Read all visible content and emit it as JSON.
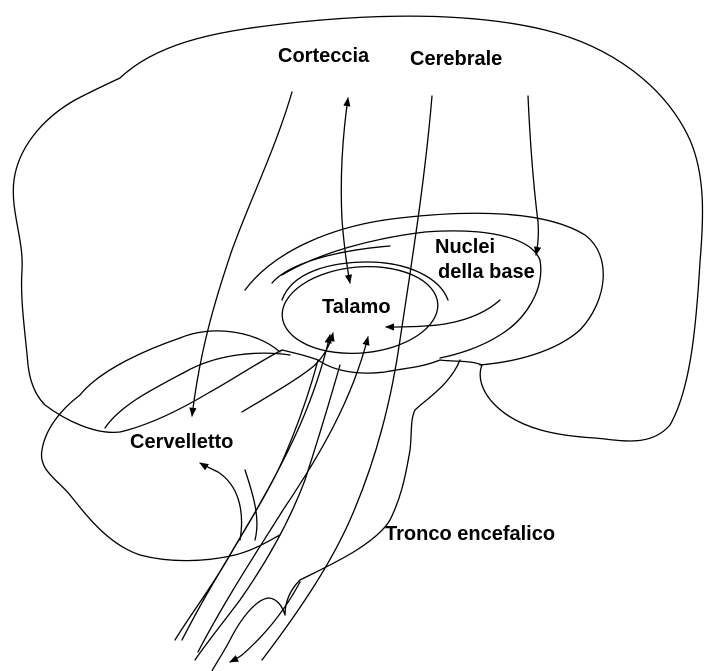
{
  "labels": {
    "corteccia": "Corteccia",
    "cerebrale": "Cerebrale",
    "nuclei_line1": "Nuclei",
    "nuclei_line2": "della base",
    "talamo": "Talamo",
    "cervelletto": "Cervelletto",
    "tronco": "Tronco encefalico"
  },
  "colors": {
    "stroke": "#000000",
    "background": "#ffffff"
  }
}
